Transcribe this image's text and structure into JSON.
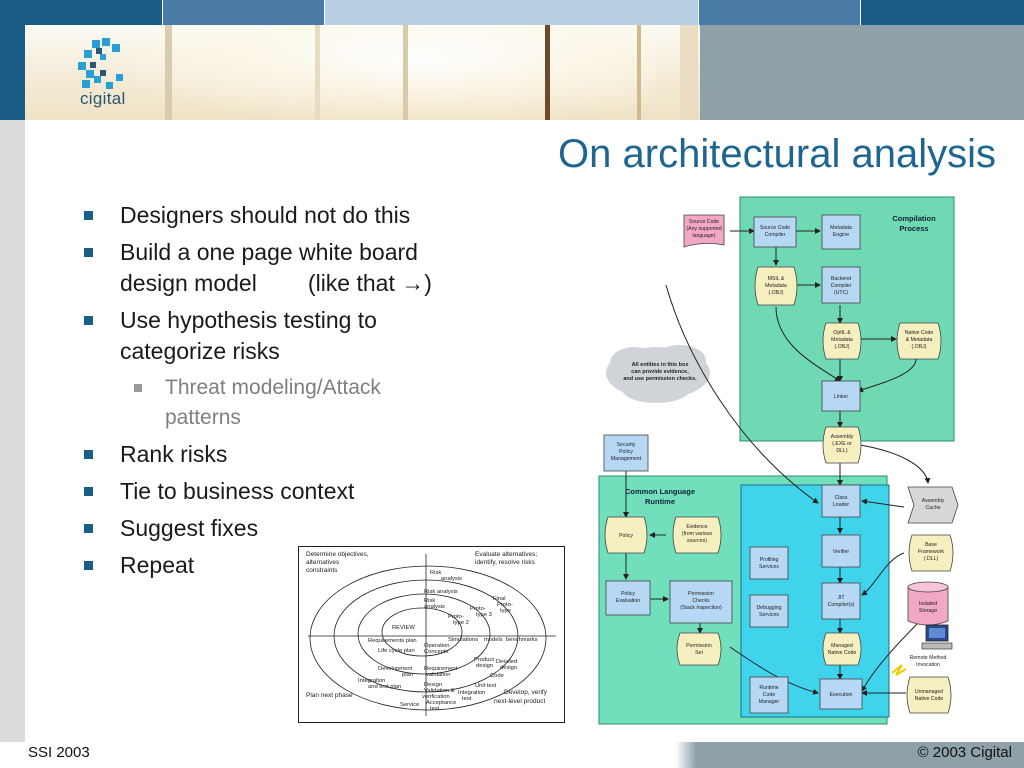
{
  "slide": {
    "title": "On architectural analysis",
    "logo_text": "cigital",
    "bullets": [
      {
        "level": 1,
        "text": "Designers should not do this"
      },
      {
        "level": 1,
        "lines": [
          "Build a one page white board",
          "design model        (like that →)"
        ]
      },
      {
        "level": 1,
        "lines": [
          "Use hypothesis testing to",
          "categorize risks"
        ]
      },
      {
        "level": 2,
        "lines": [
          "Threat modeling/Attack",
          "patterns"
        ]
      },
      {
        "level": 1,
        "text": "Rank risks"
      },
      {
        "level": 1,
        "text": "Tie to business context"
      },
      {
        "level": 1,
        "text": "Suggest fixes"
      },
      {
        "level": 1,
        "text": "Repeat"
      }
    ]
  },
  "footer": {
    "left": "SSI 2003",
    "right": "© 2003 Cigital"
  },
  "architecture_diagram": {
    "compilation_process_label": [
      "Compilation",
      "Process"
    ],
    "clr_label": [
      "Common Language",
      "Runtime"
    ],
    "cloud_note": [
      "All entities in this box",
      "can provide evidence,",
      "and use permission checks."
    ],
    "nodes": {
      "source_code": [
        "Source Code",
        "(Any supported",
        "language)"
      ],
      "source_code_compiler": [
        "Source Code",
        "Compiler"
      ],
      "metadata_engine": [
        "Metadata",
        "Engine"
      ],
      "msil_metadata": [
        "MSIL &",
        "Metadata",
        "(.OBJ)"
      ],
      "backend_compiler": [
        "Backend",
        "Compiler",
        "(UTC)"
      ],
      "optil_metadata": [
        "OptIL &",
        "Metadata",
        "(.OBJ)"
      ],
      "native_code_metadata": [
        "Native Code",
        "& Metadata",
        "(.OBJ)"
      ],
      "linker": [
        "Linker"
      ],
      "assembly": [
        "Assembly",
        "(.EXE or",
        "DLL)"
      ],
      "security_policy_mgmt": [
        "Security",
        "Policy",
        "Management"
      ],
      "assembly_cache": [
        "Assembly",
        "Cache"
      ],
      "base_framework": [
        "Base",
        "Framework",
        "(.DLL)"
      ],
      "isolated_storage": [
        "Isolated",
        "Storage"
      ],
      "remote_method": [
        "Remote Method",
        "Invocation"
      ],
      "unmanaged_native": [
        "Unmanaged",
        "Native Code"
      ],
      "policy": [
        "Policy"
      ],
      "evidence": [
        "Evidence",
        "(from various",
        "sources)"
      ],
      "class_loader": [
        "Class",
        "Loader"
      ],
      "verifier": [
        "Verifier"
      ],
      "jit": [
        "JIT",
        "Compiler(s)"
      ],
      "managed_native": [
        "Managed",
        "Native Code"
      ],
      "execution": [
        "Execution"
      ],
      "policy_evaluation": [
        "Policy",
        "Evaluation"
      ],
      "permission_checks": [
        "Permission",
        "Checks",
        "(Stack Inspection)"
      ],
      "permission_set": [
        "Permission",
        "Set"
      ],
      "profiling_services": [
        "Profiling",
        "Services"
      ],
      "debugging_services": [
        "Debugging",
        "Services"
      ],
      "runtime_code_manager": [
        "Runtime",
        "Code",
        "Manager"
      ]
    }
  },
  "spiral_diagram": {
    "texts": {
      "top_left": [
        "Determine objectives,",
        "alternatives",
        "constraints"
      ],
      "top_right": [
        "Evaluate alternatives;",
        "identify, resolve risks"
      ],
      "risk_analysis_1": [
        "Risk",
        "analysis"
      ],
      "risk_analysis_2": [
        "Risk analysis"
      ],
      "risk_analysis_3": [
        "Risk",
        "analysis"
      ],
      "prototype_3": [
        "Proto-",
        "type 3"
      ],
      "prototype_2": [
        "Proto-",
        "type 2"
      ],
      "final_prototype": [
        "Final",
        "Proto-",
        "type"
      ],
      "review": [
        "REVIEW"
      ],
      "simulations": [
        "Simulations",
        "models",
        "benchmarks"
      ],
      "requirements_plan": [
        "Requirements plan",
        "Life cycle plan"
      ],
      "operation_concepts": [
        "Operation",
        "Concepts"
      ],
      "product_design": [
        "Product",
        "design"
      ],
      "detailed_design": [
        "Detailed",
        "design"
      ],
      "development_plan": [
        "Development",
        "plan"
      ],
      "requirement_validation": [
        "Requirement",
        "validation"
      ],
      "code": [
        "Code"
      ],
      "integration_test_plan": [
        "Integration",
        "and test plan"
      ],
      "design_vv": [
        "Design",
        "Validation &",
        "verification"
      ],
      "unit_test": [
        "Unit test"
      ],
      "integration_test": [
        "Integration",
        "test"
      ],
      "plan_next_phase": [
        "Plan next phase"
      ],
      "acceptance_test": [
        "Acceptance",
        "test"
      ],
      "service": [
        "Service"
      ],
      "develop_verify": [
        "Develop, verify",
        "next-level product"
      ]
    }
  },
  "colors": {
    "title": "#1e6691",
    "bullet_marker": "#1a5d87",
    "compilation_bg": "#6fd9b4",
    "clr_bg": "#71dfbc",
    "cyan_panel": "#3fd4ec",
    "box_blue": "#b7d8f5",
    "box_pink": "#f2a7c4",
    "box_yellow": "#f6efc0",
    "footer_band": "#8fa1a8"
  }
}
